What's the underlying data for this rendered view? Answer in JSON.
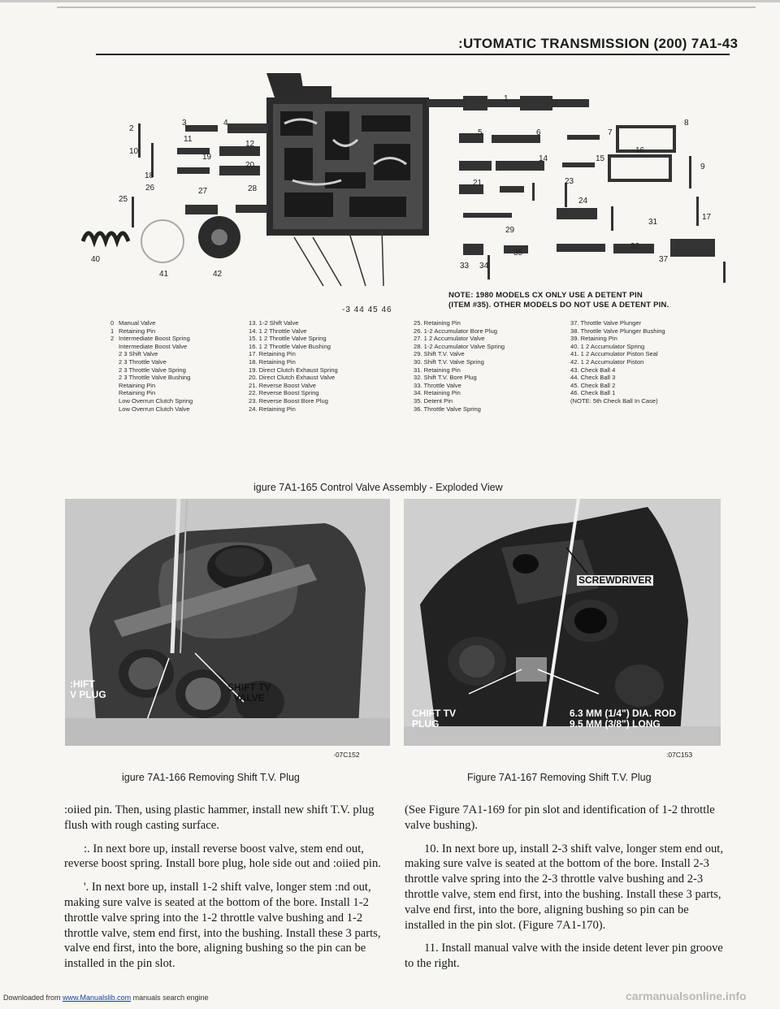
{
  "header": {
    "running_head": ":UTOMATIC TRANSMISSION (200) 7A1-43"
  },
  "diagram": {
    "part_numbers": [
      "1",
      "2",
      "3",
      "4",
      "5",
      "6",
      "7",
      "8",
      "9",
      "10",
      "11",
      "12",
      "14",
      "15",
      "16",
      "17",
      "18",
      "19",
      "20",
      "21",
      "23",
      "24",
      "25",
      "26",
      "27",
      "28",
      "29",
      "31",
      "32",
      "33",
      "34",
      "35",
      "37",
      "40",
      "41",
      "42"
    ],
    "bottom_numbers": "-3  44  45  46",
    "note_line1": "NOTE: 1980 MODELS CX ONLY USE A DETENT PIN",
    "note_line2": "(ITEM #35). OTHER MODELS DO NOT USE A DETENT PIN."
  },
  "legend": {
    "col1": [
      "Manual Valve",
      "Retaining Pin",
      "Intermediate Boost Spring",
      "Intermediate Boost Valve",
      "2 3 Shift Valve",
      "2 3 Throttle Valve",
      "2 3 Throttle Valve Spring",
      "2 3 Throttle Valve Bushing",
      "Retaining Pin",
      "Retaining Pin",
      "Low Overrun Clutch Spring",
      "Low Overrun Clutch Valve"
    ],
    "col1_nums": [
      "",
      "",
      "",
      "",
      "",
      "",
      "",
      "",
      "",
      "0",
      "1",
      "2"
    ],
    "col2": [
      "13. 1-2 Shift Valve",
      "14. 1 2 Throttle Valve",
      "15. 1 2 Throttle Valve Spring",
      "16. 1 2 Throttle Valve Bushing",
      "17. Retaining Pin",
      "18. Retaining Pin",
      "19. Direct Clutch Exhaust Spring",
      "20. Direct Clutch Exhaust Valve",
      "21. Reverse Boost Valve",
      "22. Reverse Boost Spring",
      "23. Reverse Boost Bore Plug",
      "24. Retaining Pin"
    ],
    "col3": [
      "25. Retaining Pin",
      "26. 1-2 Accumulator Bore Plug",
      "27. 1 2 Accumulator Valve",
      "28. 1-2 Accumulator Valve Spring",
      "29. Shift T.V. Valve",
      "30. Shift T.V. Valve Spring",
      "31. Retaining Pin",
      "32. Shift T.V. Bore Plug",
      "33. Throttle Valve",
      "34. Retaining Pin",
      "35. Detent Pin",
      "36. Throttle Valve Spring"
    ],
    "col4": [
      "37. Throttle Valve Plunger",
      "38. Throttle Valve Plunger Bushing",
      "39. Retaining Pin",
      "40. 1 2 Accumulator Spring",
      "41. 1 2 Accumulator Piston Seal",
      "42. 1 2 Accumulator Piston",
      "43. Check Ball 4",
      "44. Check Ball 3",
      "45. Check Ball 2",
      "46. Check Ball 1",
      "(NOTE: 5th Check Ball In Case)"
    ]
  },
  "figure_165": {
    "caption": "igure 7A1-165 Control Valve Assembly - Exploded View"
  },
  "figure_166": {
    "caption": "igure 7A1-166 Removing Shift T.V. Plug",
    "label_left_1": ":HIFT",
    "label_left_2": "V PLUG",
    "label_right_1": "SHIFT TV",
    "label_right_2": "VALVE",
    "code": "·07C152"
  },
  "figure_167": {
    "caption": "Figure 7A1-167 Removing Shift T.V. Plug",
    "label_tool": "SCREWDRIVER",
    "label_left_1": "CHIFT TV",
    "label_left_2": "PLUG",
    "label_right_1": "6.3 MM (1/4\") DIA. ROD",
    "label_right_2": "9.5 MM (3/8\") LONG",
    "code": ":07C153"
  },
  "body": {
    "left_p1": ":oiied pin. Then, using plastic hammer, install new shift T.V. plug flush with rough casting surface.",
    "left_p2": ":. In next bore up, install reverse boost valve, stem end out, reverse boost spring. Install bore plug, hole side out and :oiied pin.",
    "left_p3": "'. In next bore up, install 1-2 shift valve, longer stem :nd out, making sure valve is seated at the bottom of the bore. Install 1-2 throttle valve spring into the 1-2 throttle valve bushing and 1-2 throttle valve, stem end first, into the bushing. Install these 3 parts, valve end first, into the bore, aligning bushing so the pin can be installed in the pin slot.",
    "right_p1": "(See Figure 7A1-169 for pin slot and identification of 1-2 throttle valve bushing).",
    "right_p2": "10. In next bore up, install 2-3 shift valve, longer stem end out, making sure valve is seated at the bottom of the bore. Install 2-3 throttle valve spring into the 2-3 throttle valve bushing and 2-3 throttle valve, stem end first, into the bushing. Install these 3 parts, valve end first, into the bore, aligning bushing so pin can be installed in the pin slot. (Figure 7A1-170).",
    "right_p3": "11. Install manual valve with the inside detent lever pin groove to the right."
  },
  "footer": {
    "prefix": "Downloaded from ",
    "link": "www.Manualslib.com",
    "suffix": " manuals search engine",
    "watermark": "carmanualsonline.info"
  }
}
